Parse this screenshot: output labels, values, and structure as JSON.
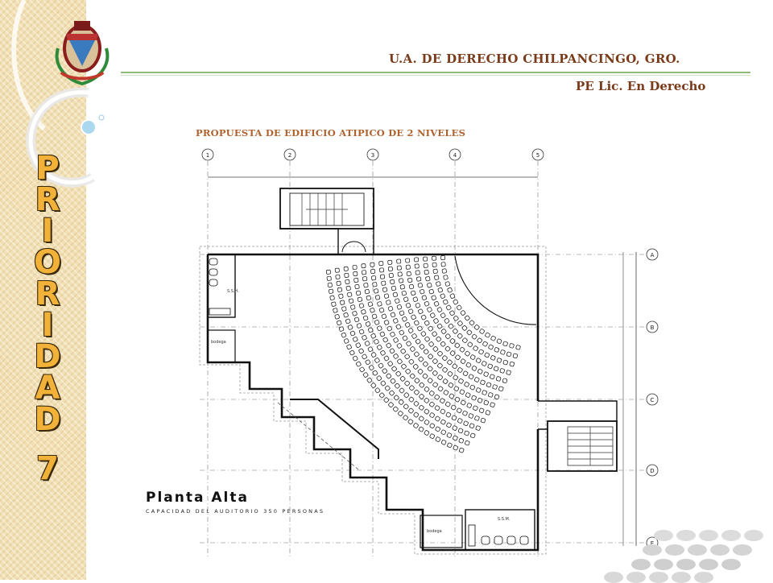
{
  "header": {
    "title": "U.A. DE DERECHO CHILPANCINGO, GRO.",
    "subtitle": "PE Lic. En Derecho"
  },
  "plan": {
    "heading": "PROPUESTA DE EDIFICIO ATIPICO DE 2 NIVELES",
    "title": "Planta Alta",
    "capacity_note": "CAPACIDAD DEL AUDITORIO 350 PERSONAS",
    "grid_columns": [
      "1",
      "2",
      "3",
      "4",
      "5"
    ],
    "grid_rows": [
      "A",
      "B",
      "C",
      "D",
      "E"
    ],
    "room_labels": [
      "S.S.H.",
      "bodega",
      "S.S.M.",
      "bodega"
    ]
  },
  "side_banner": {
    "letters": [
      "P",
      "R",
      "I",
      "O",
      "R",
      "I",
      "D",
      "A",
      "D"
    ],
    "number": "7"
  },
  "icons": [
    "university-seal-icon",
    "decorative-swoosh-icon",
    "decorative-dots-icon"
  ],
  "colors": {
    "title_text": "#7a3b1a",
    "heading_text": "#b0622e",
    "banner_letters": "#f2b23a",
    "panel_bg": "#f2e0b4",
    "header_rule": "#8fb87a"
  }
}
